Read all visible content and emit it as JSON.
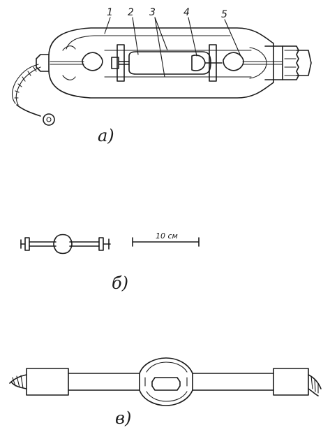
{
  "labels": {
    "part1": "1",
    "part2": "2",
    "part3": "3",
    "part4": "4",
    "part5": "5"
  },
  "captions": {
    "a": "а)",
    "b": "б)",
    "v": "в)"
  },
  "scale_bar": {
    "text": "10 см"
  }
}
